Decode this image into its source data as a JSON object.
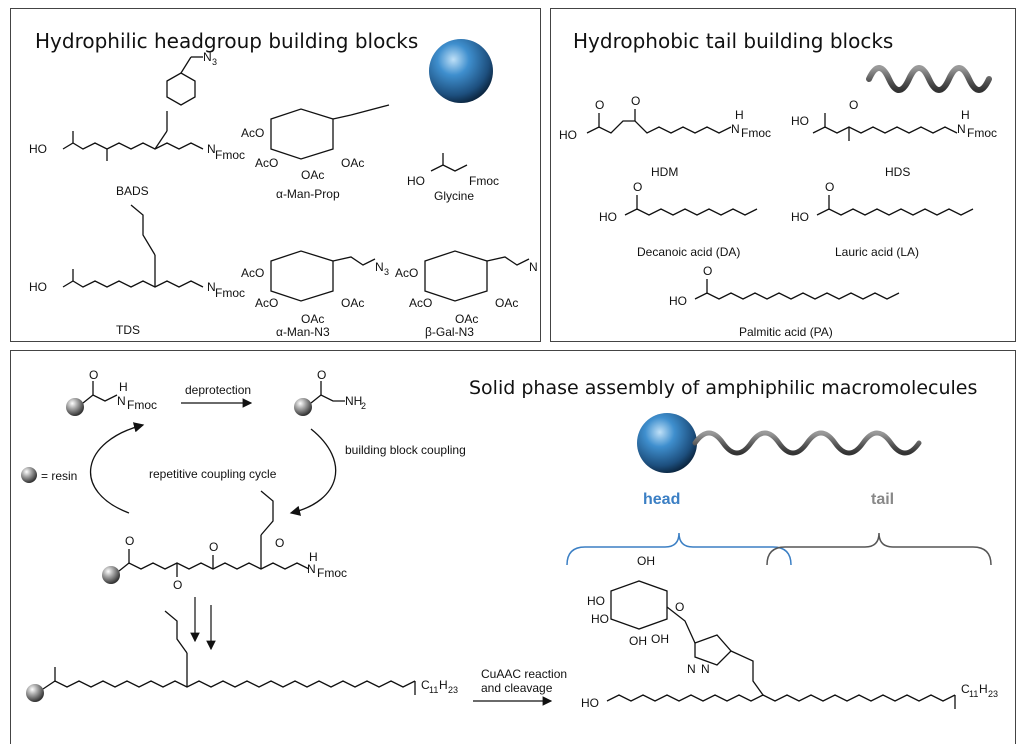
{
  "panels": {
    "hydrophilic_title": "Hydrophilic headgroup building blocks",
    "hydrophobic_title": "Hydrophobic tail building blocks",
    "assembly_title": "Solid phase assembly of amphiphilic macromolecules"
  },
  "hydrophilic_blocks": [
    {
      "label": "BADS"
    },
    {
      "label": "α-Man-Prop"
    },
    {
      "label": "Glycine"
    },
    {
      "label": "TDS"
    },
    {
      "label": "α-Man-N3"
    },
    {
      "label": "β-Gal-N3"
    }
  ],
  "hydrophobic_blocks": [
    {
      "label": "HDM"
    },
    {
      "label": "HDS"
    },
    {
      "label": "Decanoic acid (DA)"
    },
    {
      "label": "Lauric acid (LA)"
    },
    {
      "label": "Palmitic acid (PA)"
    }
  ],
  "atoms": {
    "ho": "HO",
    "fmoc": "Fmoc",
    "nh": "N",
    "h": "H",
    "o": "O",
    "n3": "N3",
    "oac": "OAc",
    "aco": "AcO",
    "nh2": "NH2",
    "c11h23": "C11H23",
    "oh": "OH",
    "n": "N"
  },
  "cycle": {
    "deprotection": "deprotection",
    "coupling": "building block coupling",
    "repetitive": "repetitive coupling cycle",
    "resin_legend": "= resin",
    "cuaac": "CuAAC reaction",
    "cleavage": "and cleavage"
  },
  "amphiphile": {
    "head": "head",
    "tail": "tail"
  },
  "colors": {
    "head_blue": "#3b7fc4",
    "tail_gray": "#888888",
    "sphere_blue": "#2f6fa8",
    "panel_border": "#444444"
  }
}
